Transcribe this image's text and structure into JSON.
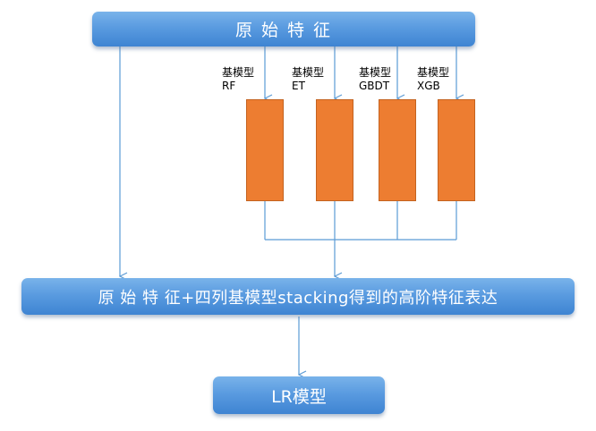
{
  "diagram": {
    "top_box": "原 始 特 征",
    "middle_box": "原 始 特 征+四列基模型stacking得到的高阶特征表达",
    "bottom_box": "LR模型",
    "models": [
      {
        "prefix": "基模型",
        "name": "RF"
      },
      {
        "prefix": "基模型",
        "name": "ET"
      },
      {
        "prefix": "基模型",
        "name": "GBDT"
      },
      {
        "prefix": "基模型",
        "name": "XGB"
      }
    ],
    "colors": {
      "box_blue": "#5b9bd5",
      "model_orange": "#ed7d31",
      "arrow": "#5b9bd5"
    }
  }
}
